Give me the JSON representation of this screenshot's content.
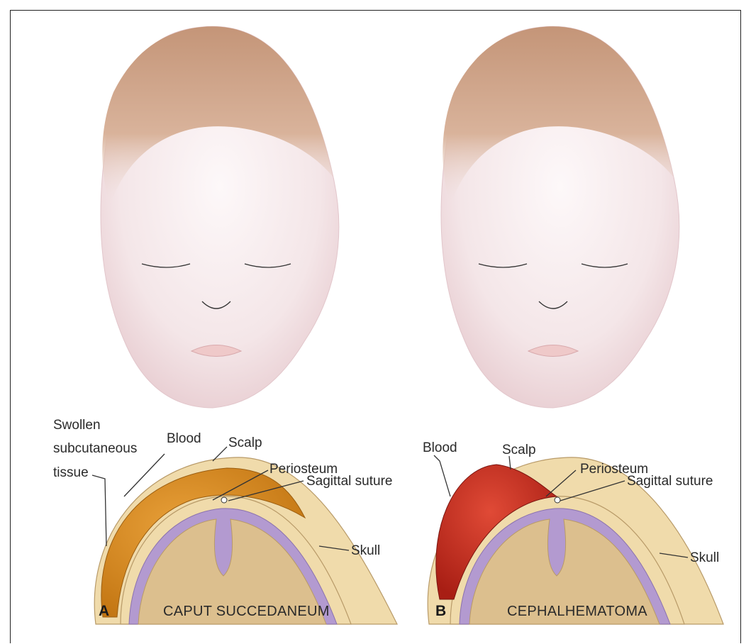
{
  "panel_a": {
    "letter": "A",
    "caption": "CAPUT SUCCEDANEUM",
    "labels": {
      "swollen_line1": "Swollen",
      "swollen_line2": "subcutaneous",
      "swollen_line3": "tissue",
      "blood": "Blood",
      "scalp": "Scalp",
      "periosteum": "Periosteum",
      "sagittal_suture": "Sagittal suture",
      "skull": "Skull"
    }
  },
  "panel_b": {
    "letter": "B",
    "caption": "CEPHALHEMATOMA",
    "labels": {
      "blood": "Blood",
      "scalp": "Scalp",
      "periosteum": "Periosteum",
      "sagittal_suture": "Sagittal suture",
      "skull": "Skull"
    }
  },
  "colors": {
    "skin": "#f3e4e6",
    "hair": "#c99a7a",
    "caput_swelling": "#d98a1c",
    "hematoma": "#c42a1e",
    "brain": "#dcbf8e",
    "dura": "#b39ad0",
    "skull_bone": "#f0dbab"
  }
}
